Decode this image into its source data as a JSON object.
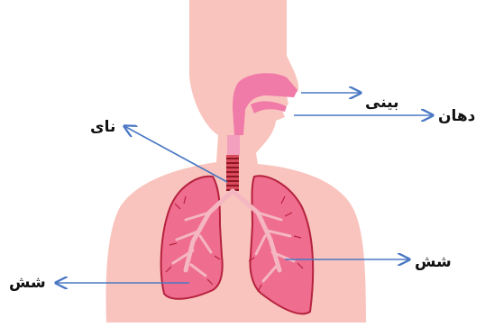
{
  "labels": {
    "nose": "بینی",
    "mouth": "دهان",
    "trachea": "نای",
    "lung_right": "شش",
    "lung_left": "شش"
  },
  "colors": {
    "body": "#f9c4bd",
    "airway": "#f07aa8",
    "lung": "#ef6d8e",
    "lung_edge": "#b6223f",
    "bronchi": "#f4b6c0",
    "trachea_ring": "#b21f2f",
    "arrow": "#4a78c3"
  }
}
